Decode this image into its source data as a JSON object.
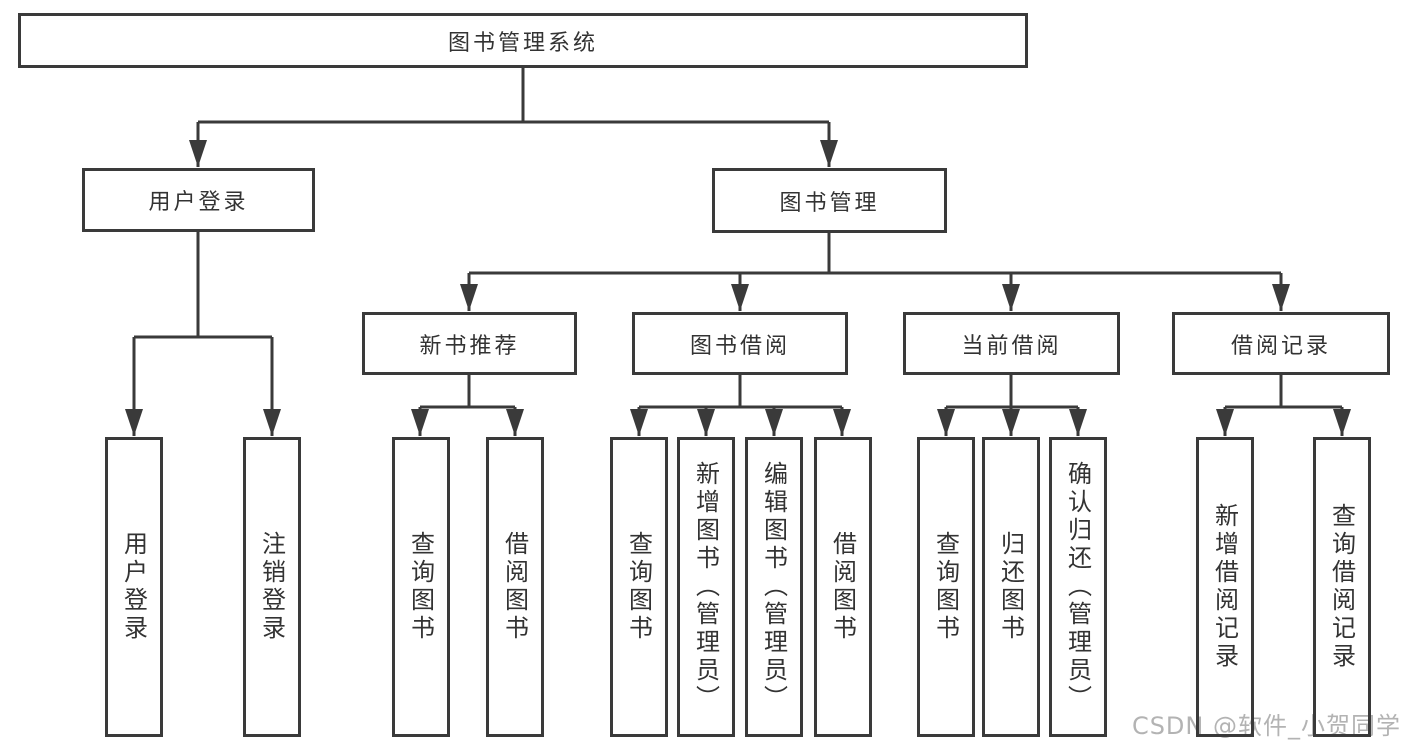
{
  "colors": {
    "line": "#3a3a3a",
    "box_border": "#3a3a3a",
    "text": "#333333",
    "background": "#ffffff",
    "watermark": "#b3b3b3"
  },
  "tree": {
    "label": "图书管理系统",
    "children": [
      {
        "label": "用户登录",
        "children": [
          {
            "label": "用户登录"
          },
          {
            "label": "注销登录"
          }
        ]
      },
      {
        "label": "图书管理",
        "children": [
          {
            "label": "新书推荐",
            "children": [
              {
                "label": "查询图书"
              },
              {
                "label": "借阅图书"
              }
            ]
          },
          {
            "label": "图书借阅",
            "children": [
              {
                "label": "查询图书"
              },
              {
                "label": "新增图书（管理员）"
              },
              {
                "label": "编辑图书（管理员）"
              },
              {
                "label": "借阅图书"
              }
            ]
          },
          {
            "label": "当前借阅",
            "children": [
              {
                "label": "查询图书"
              },
              {
                "label": "归还图书"
              },
              {
                "label": "确认归还（管理员）"
              }
            ]
          },
          {
            "label": "借阅记录",
            "children": [
              {
                "label": "新增借阅记录"
              },
              {
                "label": "查询借阅记录"
              }
            ]
          }
        ]
      }
    ]
  },
  "watermark": {
    "text": "CSDN @软件_小贺同学"
  }
}
